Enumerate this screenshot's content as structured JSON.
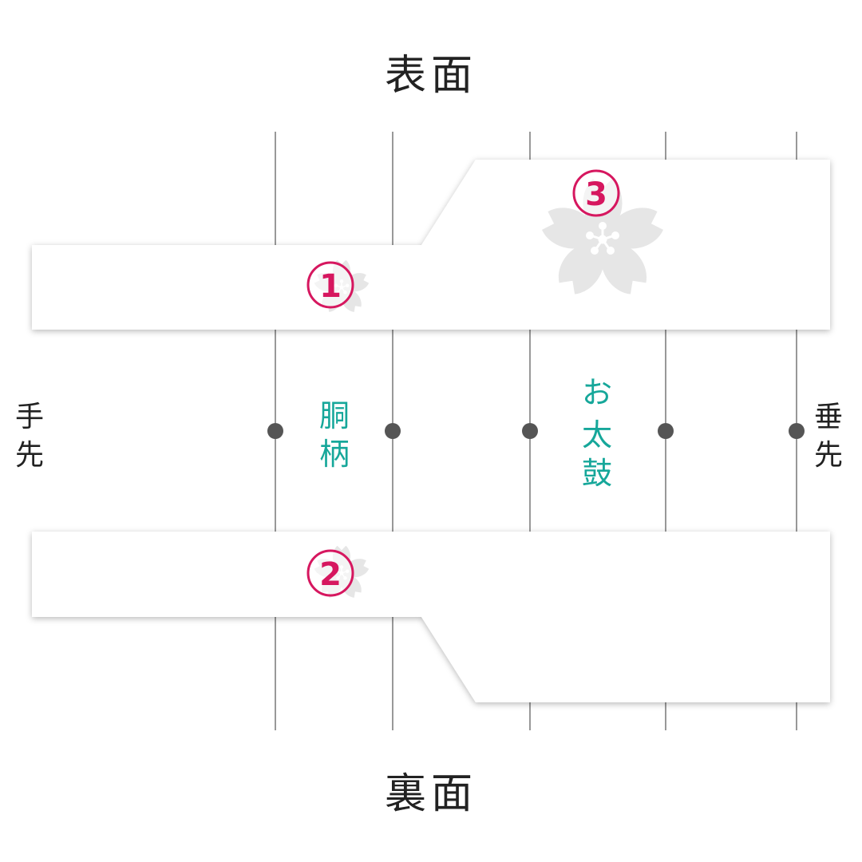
{
  "labels": {
    "front": "表面",
    "back": "裏面",
    "left_end": [
      "手",
      "先"
    ],
    "right_end": [
      "垂",
      "先"
    ],
    "section_dougara": [
      "胴",
      "柄"
    ],
    "section_otaiko": [
      "お",
      "太",
      "鼓"
    ]
  },
  "markers": [
    {
      "number": "1"
    },
    {
      "number": "2"
    },
    {
      "number": "3"
    }
  ],
  "colors": {
    "marker": "#d6175f",
    "section_text": "#16a79a",
    "label_text": "#222222",
    "guide_line": "#555555",
    "sakura": "#e6e6e6",
    "panel": "#ffffff",
    "background": "#ffffff",
    "dot": "#555555"
  },
  "icons": {
    "marker_motif": "sakura-flower-icon"
  }
}
